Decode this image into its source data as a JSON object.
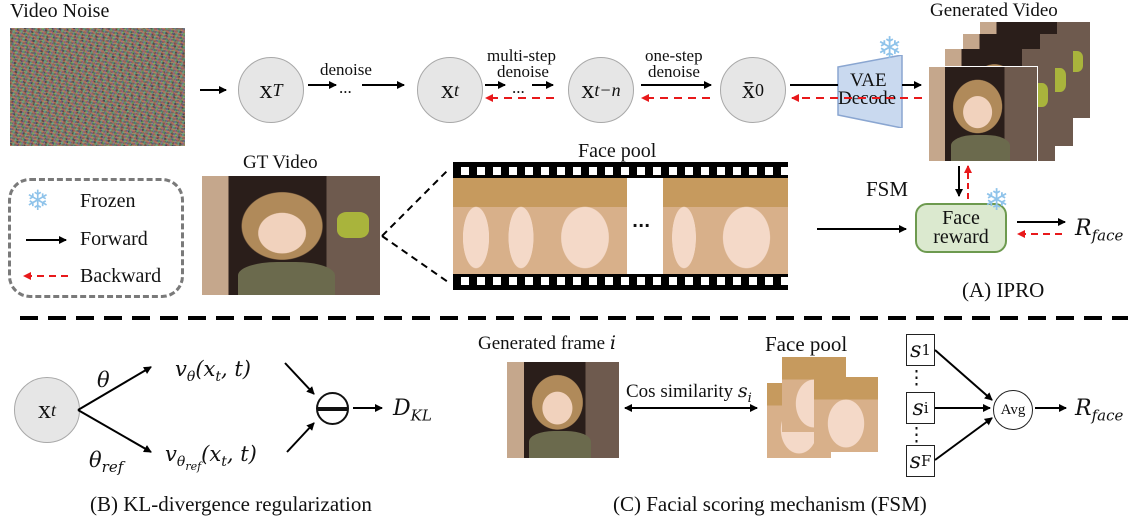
{
  "figure": {
    "panel_a": {
      "caption": "(A) IPRO",
      "video_noise_label": "Video Noise",
      "nodes": {
        "x_T": {
          "base": "x",
          "sub": "T"
        },
        "x_t": {
          "base": "x",
          "sub": "t"
        },
        "x_t_n": {
          "base": "x",
          "sub": "t−n"
        },
        "x0_bar": {
          "base": "x̄",
          "sub": "0"
        }
      },
      "edge_labels": {
        "denoise": "denoise",
        "ellipsis": "...",
        "multi_step_line1": "multi-step",
        "multi_step_line2": "denoise",
        "one_step_line1": "one-step",
        "one_step_line2": "denoise"
      },
      "vae": {
        "line1": "VAE",
        "line2": "Decode"
      },
      "generated_video_label": "Generated Video",
      "gt_video_label": "GT Video",
      "face_pool_label": "Face pool",
      "face_pool_ellipsis": "...",
      "fsm_label": "FSM",
      "face_reward": {
        "line1": "Face",
        "line2": "reward"
      },
      "reward_symbol": {
        "base": "R",
        "sub": "face"
      },
      "legend": {
        "items": [
          {
            "icon": "snowflake-icon",
            "label": "Frozen"
          },
          {
            "icon": "solid-arrow-icon",
            "label": "Forward"
          },
          {
            "icon": "dashed-red-arrow-icon",
            "label": "Backward"
          }
        ]
      }
    },
    "panel_b": {
      "caption": "(B) KL-divergence regularization",
      "node": {
        "base": "x",
        "sub": "t"
      },
      "theta": "θ",
      "theta_ref": {
        "base": "θ",
        "sub": "ref"
      },
      "v_theta": {
        "pre": "v",
        "sub": "θ",
        "args": "(x",
        "args_sub": "t",
        "args_post": ", t)"
      },
      "v_theta_ref": {
        "pre": "v",
        "sub": "θ",
        "subsub": "ref",
        "args": "(x",
        "args_sub": "t",
        "args_post": ", t)"
      },
      "output": {
        "base": "D",
        "sub": "KL"
      }
    },
    "panel_c": {
      "caption": "(C) Facial scoring mechanism (FSM)",
      "generated_frame_label": "Generated frame ",
      "generated_frame_index": "i",
      "cos_label": "Cos similarity ",
      "cos_symbol": {
        "base": "s",
        "sub": "i"
      },
      "face_pool_label": "Face pool",
      "scores": [
        {
          "base": "s",
          "sub": "1"
        },
        {
          "base": "s",
          "sub": "i"
        },
        {
          "base": "s",
          "sub": "F"
        }
      ],
      "vdots": "⋮",
      "avg_label": "Avg",
      "output": {
        "base": "R",
        "sub": "face"
      }
    },
    "colors": {
      "backward": "#e8191b",
      "node_fill": "#e6e6e6",
      "vae_fill": "#c9d9ef",
      "reward_fill": "#dbe9cf",
      "snowflake": "#8fc3ea"
    }
  }
}
